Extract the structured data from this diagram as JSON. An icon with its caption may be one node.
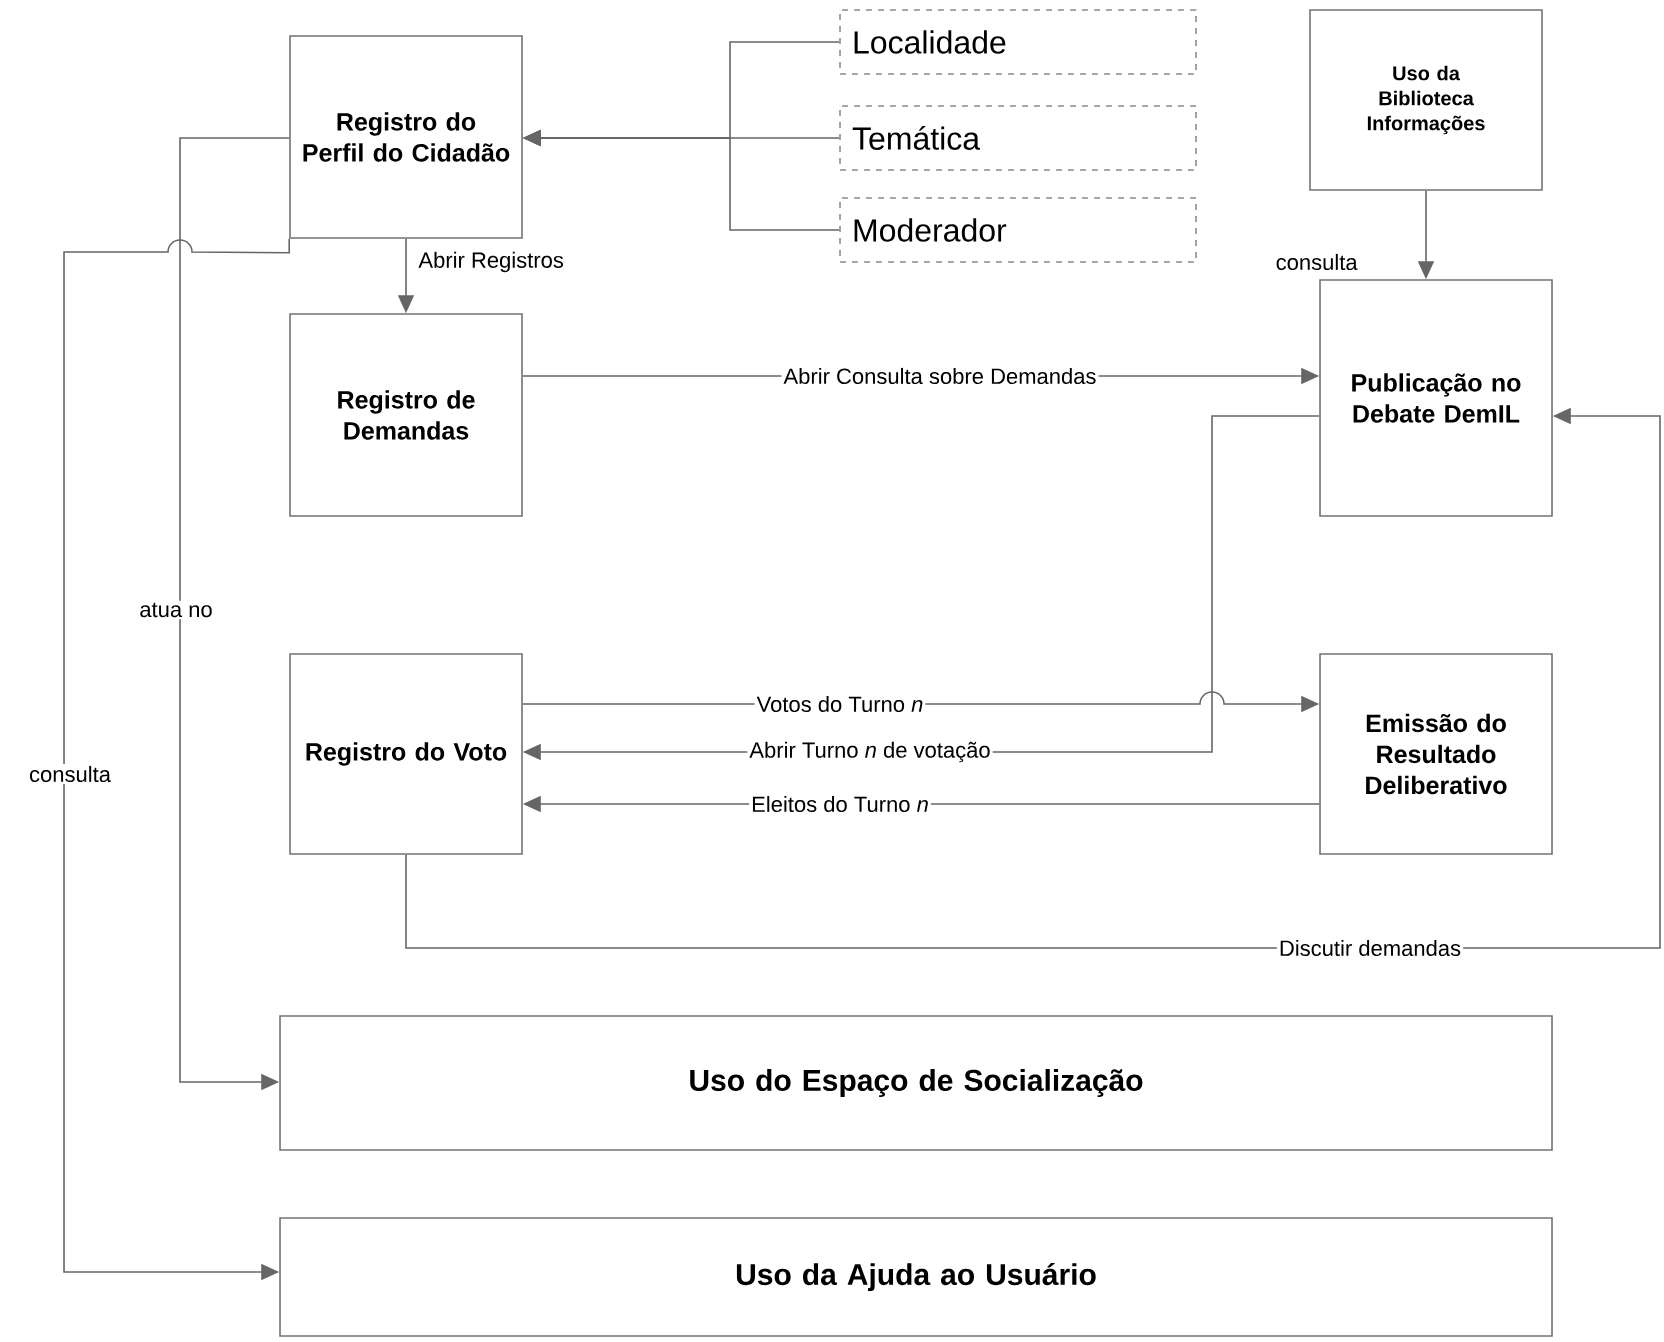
{
  "diagram": {
    "nodes": [
      {
        "text": [
          "Registro do Perfil do Cidadão"
        ]
      },
      {
        "text": [
          "Localidade"
        ]
      },
      {
        "text": [
          "Temática"
        ]
      },
      {
        "text": [
          "Moderador"
        ]
      },
      {
        "text": [
          "Uso da Biblioteca Informações"
        ]
      },
      {
        "text": [
          "Registro de Demandas"
        ]
      },
      {
        "text": [
          "Publicação no Debate DemIL"
        ]
      },
      {
        "text": [
          "Registro do Voto"
        ]
      },
      {
        "text": [
          "Emissão do Resultado Deliberativo"
        ]
      },
      {
        "text": [
          "Uso do Espaço de Socialização"
        ]
      },
      {
        "text": [
          "Uso da Ajuda ao Usuário"
        ]
      }
    ],
    "edges": [
      {
        "from": 1,
        "to": 0,
        "arrow": "to"
      },
      {
        "from": 2,
        "to": 0,
        "arrow": "to"
      },
      {
        "from": 3,
        "to": 0,
        "arrow": "to"
      },
      {
        "from": 0,
        "to": 5,
        "arrow": "to",
        "label": "Abrir Registros"
      },
      {
        "from": 4,
        "to": 6,
        "arrow": "to",
        "label": "consulta"
      },
      {
        "from": 5,
        "to": 6,
        "arrow": "to",
        "label": "Abrir Consulta sobre Demandas"
      },
      {
        "from": 6,
        "to": 7,
        "arrow": "to",
        "label": "Abrir Turno *n* de votação"
      },
      {
        "from": 7,
        "to": 8,
        "arrow": "to",
        "label": "Votos do Turno *n*"
      },
      {
        "from": 8,
        "to": 7,
        "arrow": "to",
        "label": "Eleitos do Turno *n*"
      },
      {
        "from": 7,
        "to": 6,
        "arrow": "to",
        "label": "Discutir demandas"
      },
      {
        "from": 0,
        "to": 9,
        "arrow": "to",
        "label": "atua no"
      },
      {
        "from": 0,
        "to": 10,
        "arrow": "to",
        "label": "consulta"
      }
    ]
  }
}
